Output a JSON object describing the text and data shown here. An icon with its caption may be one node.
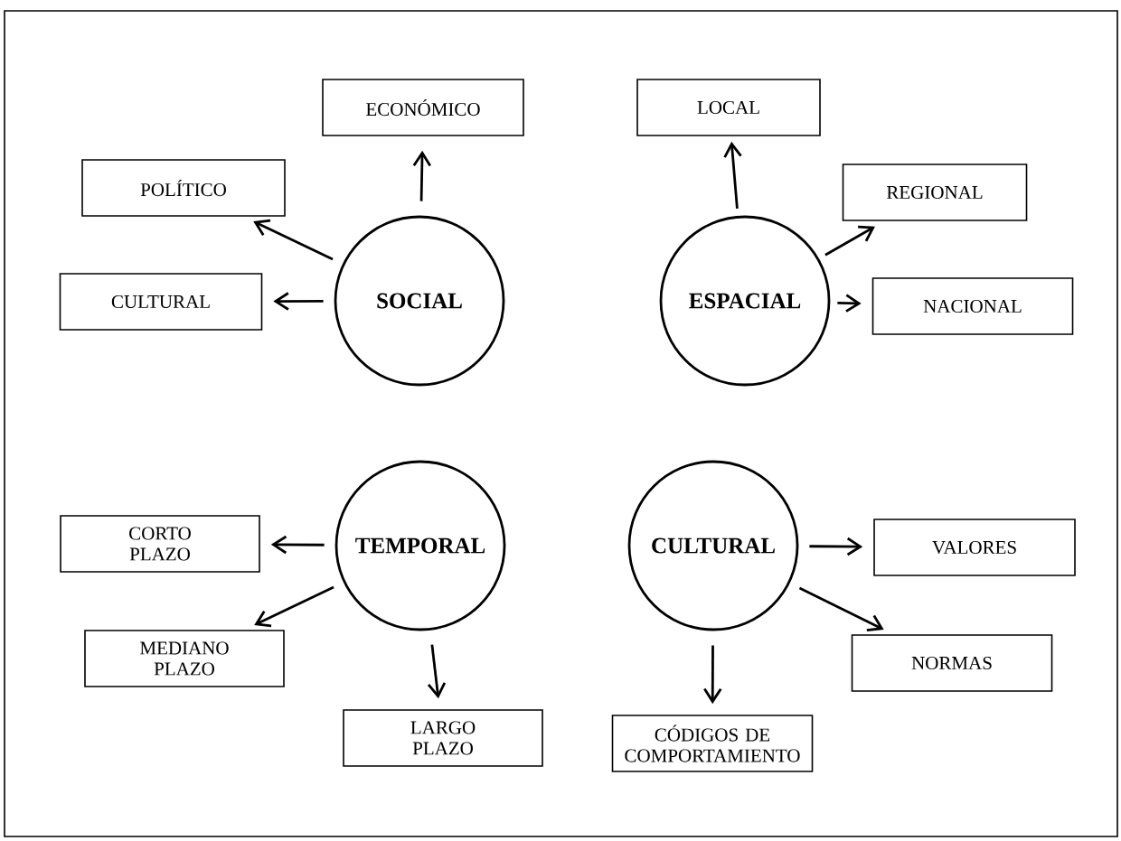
{
  "diagram": {
    "nodes": [
      {
        "text": [
          "SOCIAL"
        ]
      },
      {
        "text": [
          "ECONÓMICO"
        ]
      },
      {
        "text": [
          "POLÍTICO"
        ]
      },
      {
        "text": [
          "CULTURAL"
        ]
      },
      {
        "text": [
          "ESPACIAL"
        ]
      },
      {
        "text": [
          "LOCAL"
        ]
      },
      {
        "text": [
          "REGIONAL"
        ]
      },
      {
        "text": [
          "NACIONAL"
        ]
      },
      {
        "text": [
          "TEMPORAL"
        ]
      },
      {
        "text": [
          "CORTO PLAZO"
        ]
      },
      {
        "text": [
          "MEDIANO PLAZO"
        ]
      },
      {
        "text": [
          "LARGO PLAZO"
        ]
      },
      {
        "text": [
          "CULTURAL"
        ]
      },
      {
        "text": [
          "VALORES"
        ]
      },
      {
        "text": [
          "NORMAS"
        ]
      },
      {
        "text": [
          "CÓDIGOS DE COMPORTAMIENTO"
        ]
      }
    ],
    "edges": [
      {
        "from": 0,
        "to": 1,
        "arrow": "to"
      },
      {
        "from": 0,
        "to": 2,
        "arrow": "to"
      },
      {
        "from": 0,
        "to": 3,
        "arrow": "to"
      },
      {
        "from": 4,
        "to": 5,
        "arrow": "to"
      },
      {
        "from": 4,
        "to": 6,
        "arrow": "to"
      },
      {
        "from": 4,
        "to": 7,
        "arrow": "to"
      },
      {
        "from": 8,
        "to": 9,
        "arrow": "to"
      },
      {
        "from": 8,
        "to": 10,
        "arrow": "to"
      },
      {
        "from": 8,
        "to": 11,
        "arrow": "to"
      },
      {
        "from": 12,
        "to": 13,
        "arrow": "to"
      },
      {
        "from": 12,
        "to": 14,
        "arrow": "to"
      },
      {
        "from": 12,
        "to": 15,
        "arrow": "to"
      }
    ]
  }
}
